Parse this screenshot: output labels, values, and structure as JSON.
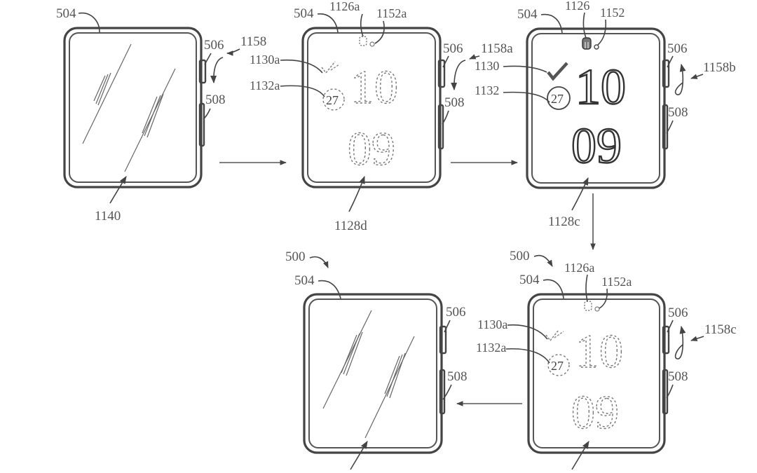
{
  "figure": {
    "description": "Patent figure: smartwatch display state transitions",
    "panels": [
      {
        "id": "panel-1",
        "state": "display-off",
        "labels": {
          "case": "504",
          "crown": "506",
          "button": "508",
          "rotation": "1158",
          "screen": "1140"
        }
      },
      {
        "id": "panel-2",
        "state": "dim-outline",
        "time": {
          "hours": "10",
          "minutes": "09"
        },
        "complication_value": "27",
        "labels": {
          "case": "504",
          "indicator": "1126a",
          "indicator_dot": "1152a",
          "crown": "506",
          "rotation": "1158a",
          "button": "508",
          "check": "1130a",
          "complication": "1132a",
          "screen": "1128d"
        }
      },
      {
        "id": "panel-3",
        "state": "full-bright",
        "time": {
          "hours": "10",
          "minutes": "09"
        },
        "complication_value": "27",
        "labels": {
          "case": "504",
          "indicator": "1126",
          "indicator_dot": "1152",
          "crown": "506",
          "rotation": "1158b",
          "button": "508",
          "check": "1130",
          "complication": "1132",
          "screen": "1128c"
        }
      },
      {
        "id": "panel-4",
        "state": "dim-outline",
        "time": {
          "hours": "10",
          "minutes": "09"
        },
        "complication_value": "27",
        "labels": {
          "device": "500",
          "case": "504",
          "indicator": "1126a",
          "indicator_dot": "1152a",
          "crown": "506",
          "rotation": "1158c",
          "button": "508",
          "check": "1130a",
          "complication": "1132a"
        }
      },
      {
        "id": "panel-5",
        "state": "display-off",
        "labels": {
          "device": "500",
          "case": "504",
          "crown": "506",
          "button": "508"
        }
      }
    ],
    "flow_arrows": [
      "panel-1 → panel-2",
      "panel-2 → panel-3",
      "panel-3 → panel-4",
      "panel-4 → panel-5"
    ]
  }
}
